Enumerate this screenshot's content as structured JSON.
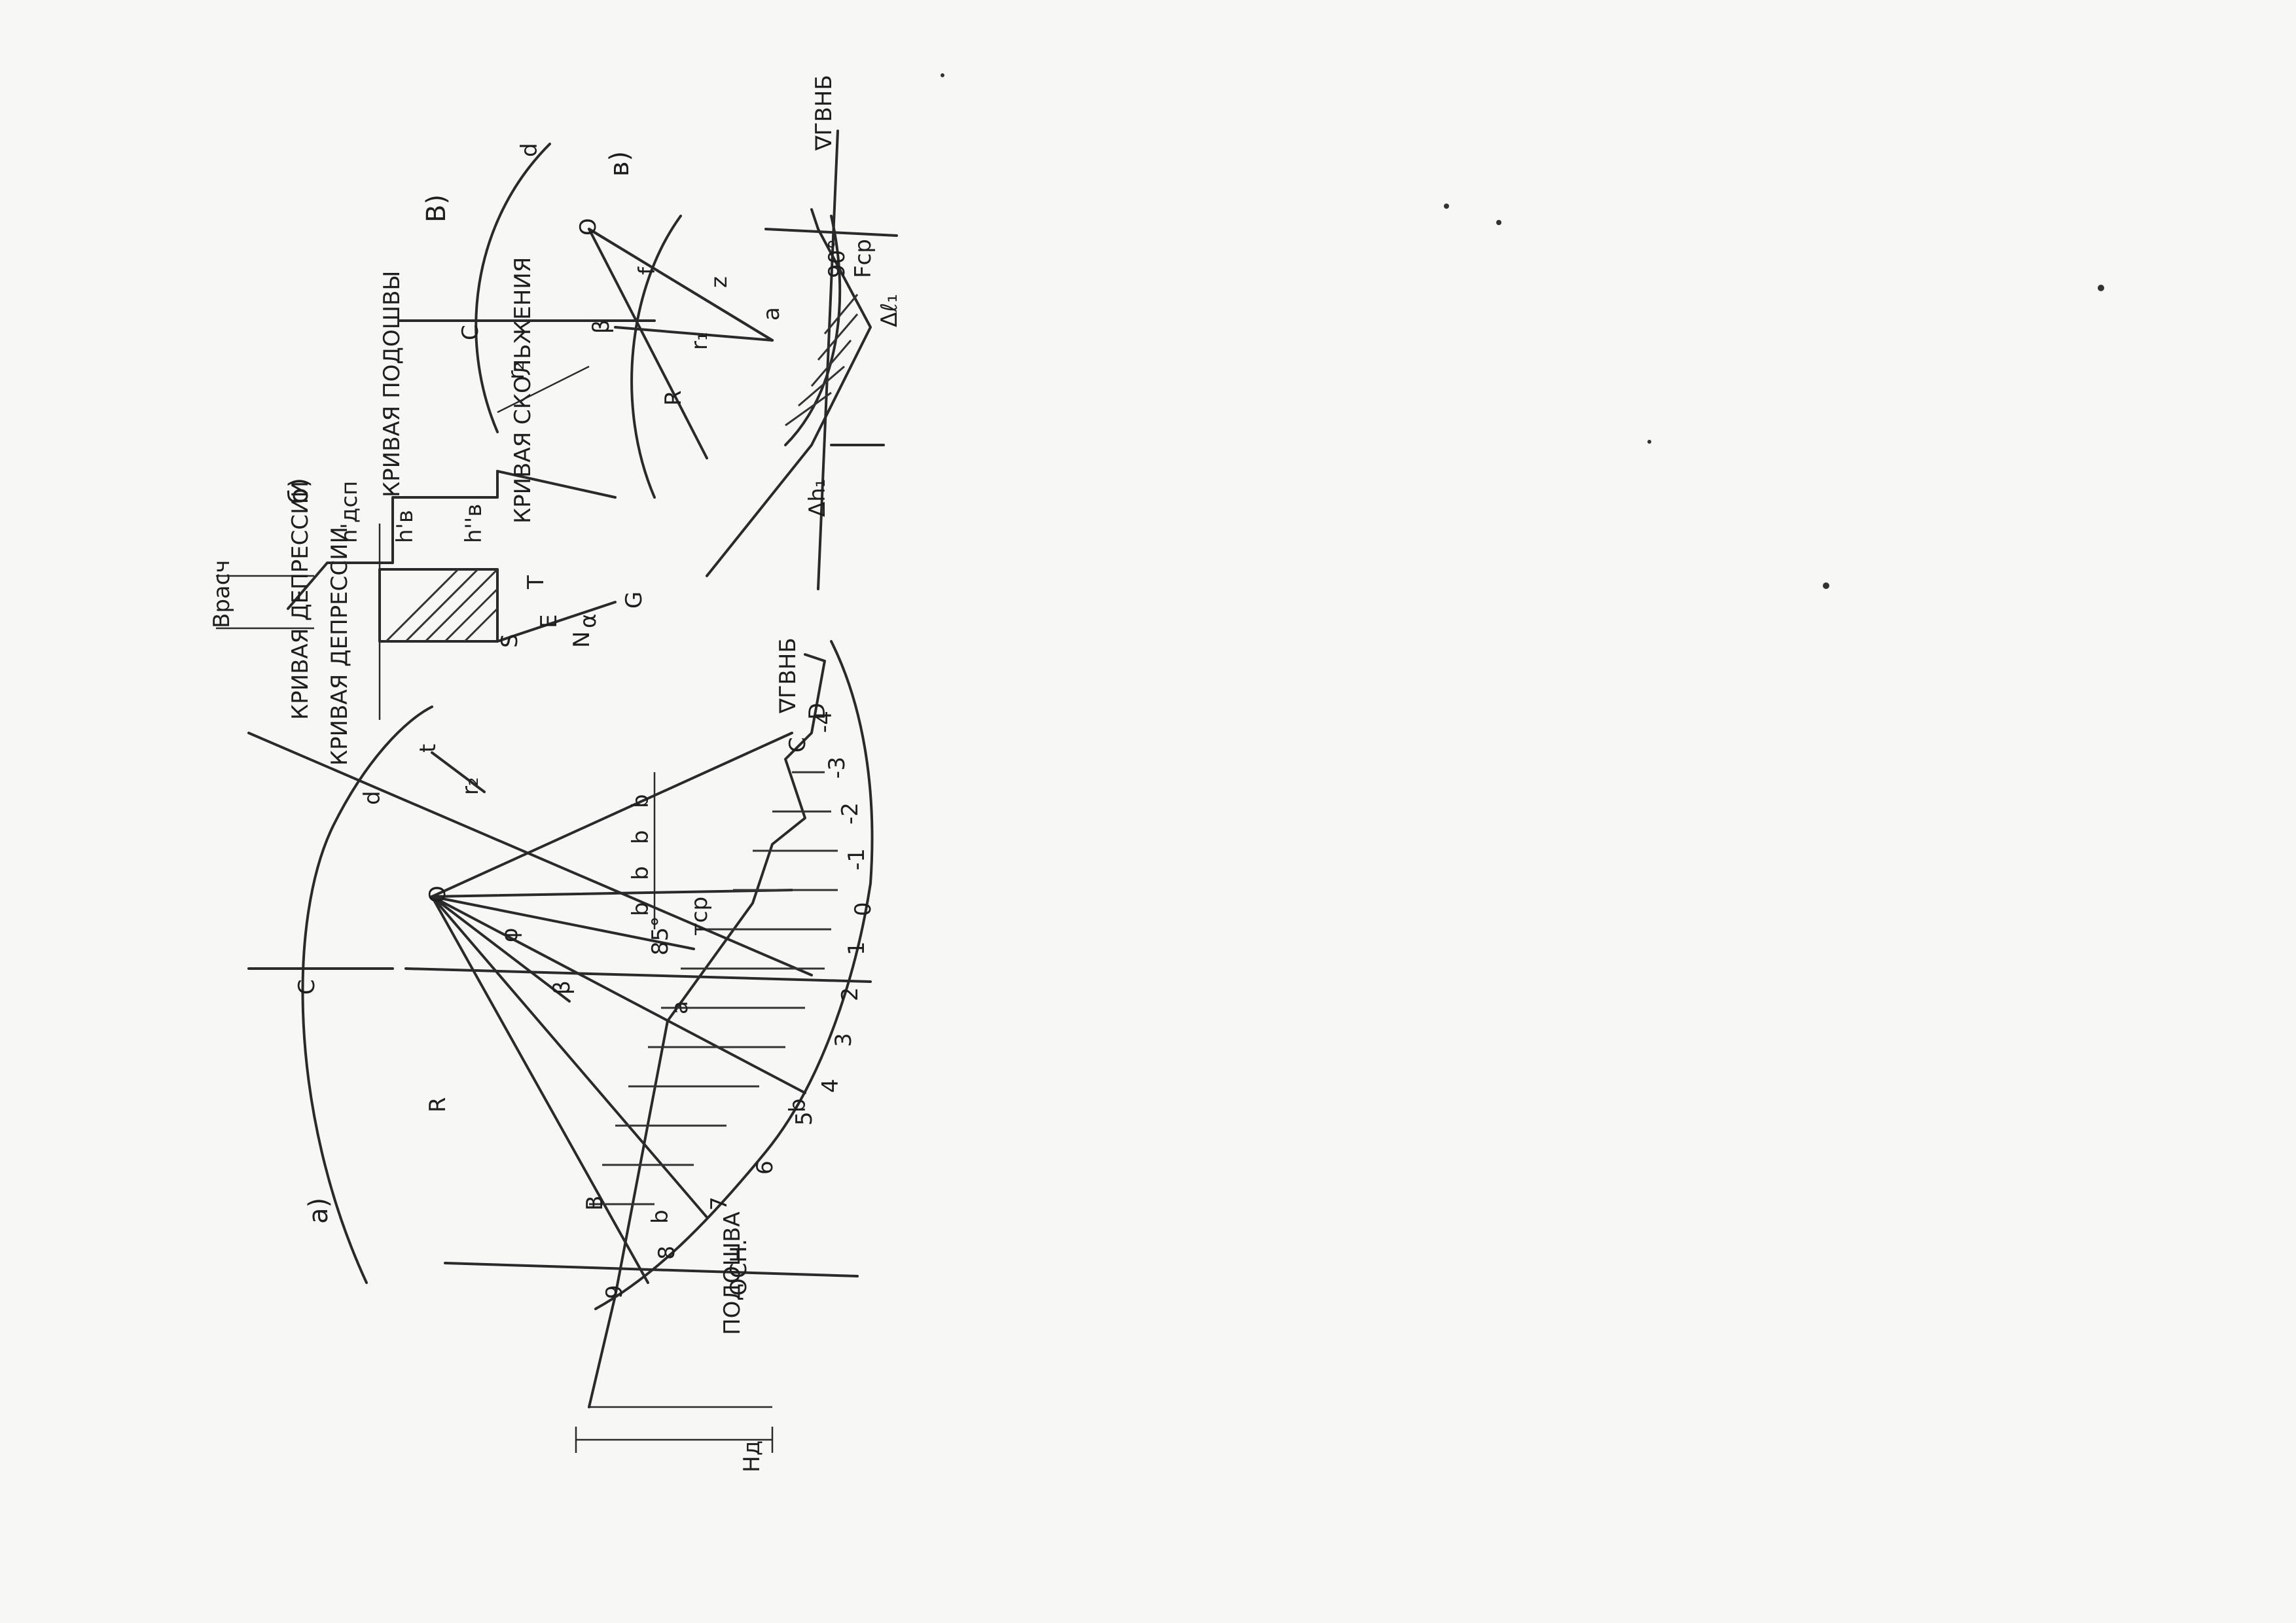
{
  "panels": {
    "a": {
      "label": "а)",
      "points": {
        "C": "C",
        "d": "d",
        "O": "O",
        "R": "R",
        "a": "a",
        "B": "B",
        "D": "D",
        "b": "b",
        "c": "C",
        "t": "t",
        "r2": "r₂",
        "beta": "β",
        "ha": "Hд"
      },
      "angles": {
        "phi": "φ",
        "angle85": "85°"
      },
      "strip_numbers": [
        "9",
        "8",
        "7",
        "6",
        "5",
        "4",
        "3",
        "2",
        "1",
        "0",
        "-1",
        "-2",
        "-3",
        "-4"
      ],
      "b_marks": [
        "b",
        "b",
        "b",
        "b",
        "b"
      ],
      "text_labels": {
        "water_level_down": "∇ГВНБ",
        "curve_depression": "КРИВАЯ ДЕПРЕССИИ",
        "base_line": "ПОДОШВА",
        "h_label": "Hд",
        "tau": "тср",
        "base_label": "ОСН."
      }
    },
    "b": {
      "label": "б)",
      "points": {
        "S": "S",
        "G": "G",
        "N": "N",
        "T": "T",
        "E": "E",
        "alpha": "α"
      },
      "text_labels": {
        "b_top": "Bрасч",
        "h_dep": "h'дсп",
        "h_b1": "h'в",
        "h_b2": "h''в",
        "curve_base": "КРИВАЯ ПОДОШВЫ",
        "curve_slide": "КРИВАЯ СКОЛЬЖЕНИЯ",
        "curve_depression": "КРИВАЯ ДЕПРЕССИИ"
      }
    },
    "v": {
      "label": "в)",
      "top_label": "В)",
      "points": {
        "C": "C",
        "d": "d",
        "O": "O",
        "a": "a",
        "f": "f",
        "R": "R",
        "r1": "r₁",
        "r2": "r₂",
        "beta": "β",
        "z": "z"
      },
      "text_labels": {
        "water": "∇ГВНБ",
        "dh": "Δh₁",
        "dl": "Δℓ₁",
        "angle90": "90°",
        "fcp": "Fср"
      }
    }
  }
}
